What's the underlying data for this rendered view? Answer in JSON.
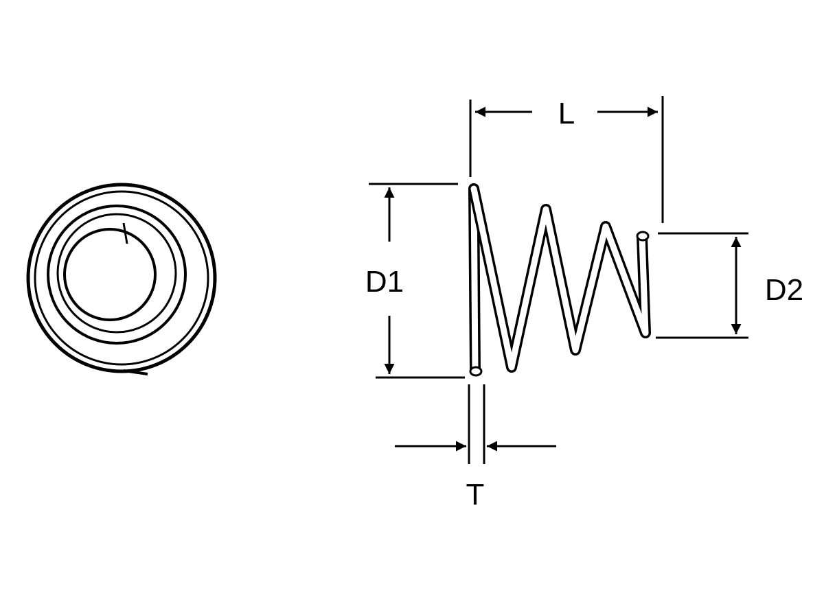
{
  "diagram": {
    "labels": {
      "length": "L",
      "large_diameter": "D1",
      "small_diameter": "D2",
      "thickness": "T"
    },
    "colors": {
      "ink": "#000000",
      "background": "#ffffff"
    }
  }
}
